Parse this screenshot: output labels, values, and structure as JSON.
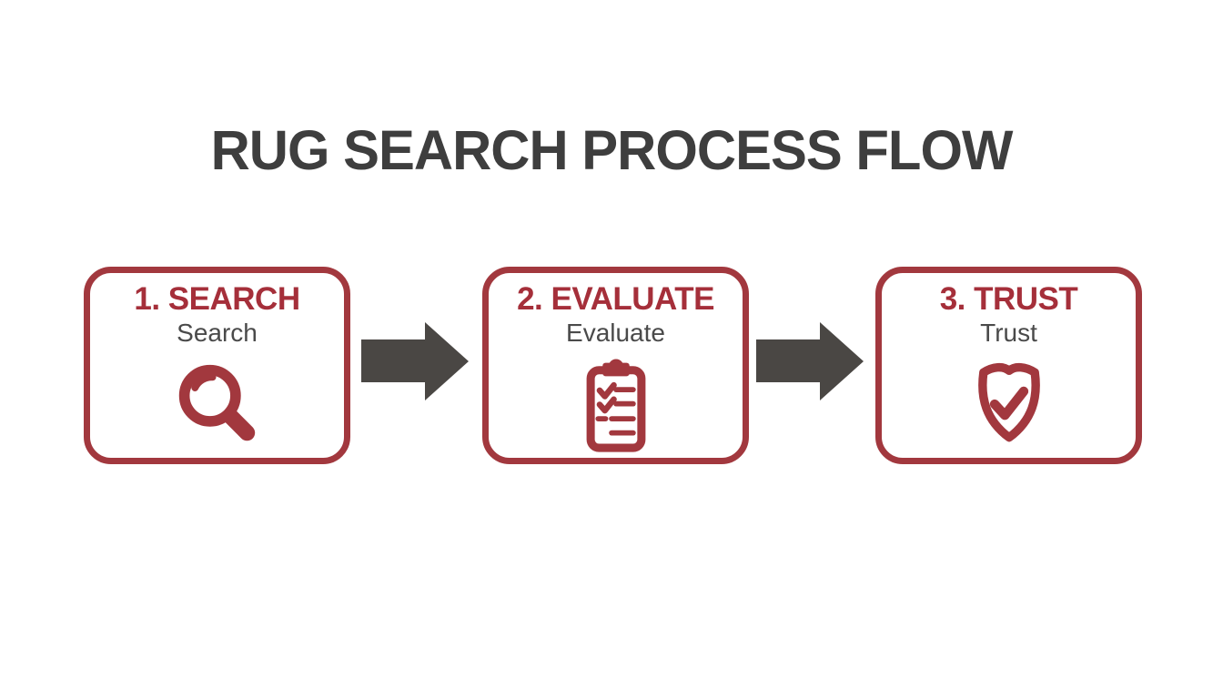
{
  "title": "RUG SEARCH PROCESS FLOW",
  "colors": {
    "accent_red": "#a2383e",
    "heading_red": "#a52f3a",
    "title_gray": "#3e3e3e",
    "subtitle_gray": "#4a4a4a",
    "arrow_gray": "#4a4744",
    "background": "#ffffff"
  },
  "steps": [
    {
      "heading": "1. SEARCH",
      "subtitle": "Search",
      "icon": "magnifier-icon"
    },
    {
      "heading": "2. EVALUATE",
      "subtitle": "Evaluate",
      "icon": "clipboard-checklist-icon"
    },
    {
      "heading": "3. TRUST",
      "subtitle": "Trust",
      "icon": "shield-check-icon"
    }
  ],
  "connectors": [
    {
      "icon": "arrow-right-icon"
    },
    {
      "icon": "arrow-right-icon"
    }
  ]
}
